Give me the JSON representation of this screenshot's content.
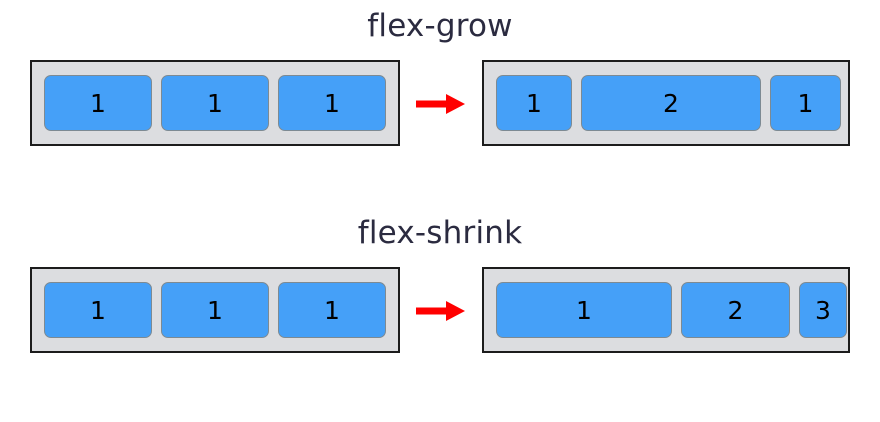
{
  "diagram": {
    "title_color": "#2b2b40",
    "container_bg": "#dcdde0",
    "container_border": "#1c1c1c",
    "item_color": "#45a0f8",
    "arrow_color": "#ff0000",
    "sections": [
      {
        "title": "flex-grow",
        "before": {
          "items": [
            {
              "label": "1"
            },
            {
              "label": "1"
            },
            {
              "label": "1"
            }
          ]
        },
        "arrow": "right-arrow-icon",
        "after": {
          "items": [
            {
              "label": "1"
            },
            {
              "label": "2"
            },
            {
              "label": "1"
            }
          ]
        }
      },
      {
        "title": "flex-shrink",
        "before": {
          "items": [
            {
              "label": "1"
            },
            {
              "label": "1"
            },
            {
              "label": "1"
            }
          ]
        },
        "arrow": "right-arrow-icon",
        "after": {
          "items": [
            {
              "label": "1"
            },
            {
              "label": "2"
            },
            {
              "label": "3"
            }
          ]
        }
      }
    ]
  }
}
